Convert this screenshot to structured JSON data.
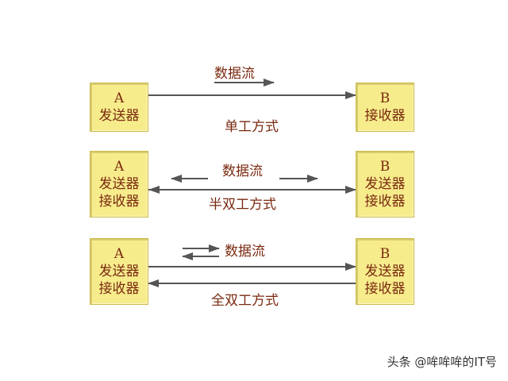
{
  "rows": [
    {
      "mode": "单工方式",
      "flow": "数据流",
      "a_box": [
        "A",
        "发送器"
      ],
      "b_box": [
        "B",
        "接收器"
      ]
    },
    {
      "mode": "半双工方式",
      "flow": "数据流",
      "a_box": [
        "A",
        "发送器",
        "接收器"
      ],
      "b_box": [
        "B",
        "发送器",
        "接收器"
      ]
    },
    {
      "mode": "全双工方式",
      "flow": "数据流",
      "a_box": [
        "A",
        "发送器",
        "接收器"
      ],
      "b_box": [
        "B",
        "发送器",
        "接收器"
      ]
    }
  ],
  "watermark": "头条 @哞哞哞的IT号",
  "colors": {
    "box_fill": "#f7ec8c",
    "text": "#7a2a10",
    "arrow": "#555555"
  }
}
